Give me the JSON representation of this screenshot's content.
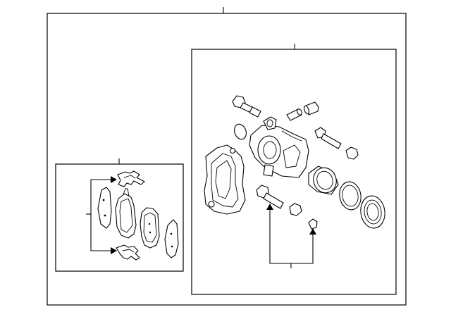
{
  "diagram": {
    "line_color": "#000000",
    "background_color": "#ffffff",
    "groups": [
      {
        "name": "caliper-assembly",
        "parts": [
          "caliper-bracket",
          "caliper-housing",
          "guide-pin-bolts",
          "bleeder-screw",
          "boot",
          "piston",
          "piston-seal",
          "dust-boot",
          "dust-caps"
        ]
      },
      {
        "name": "pad-kit",
        "parts": [
          "anti-rattle-clips",
          "inner-pad",
          "outer-pad",
          "shims"
        ]
      }
    ]
  }
}
